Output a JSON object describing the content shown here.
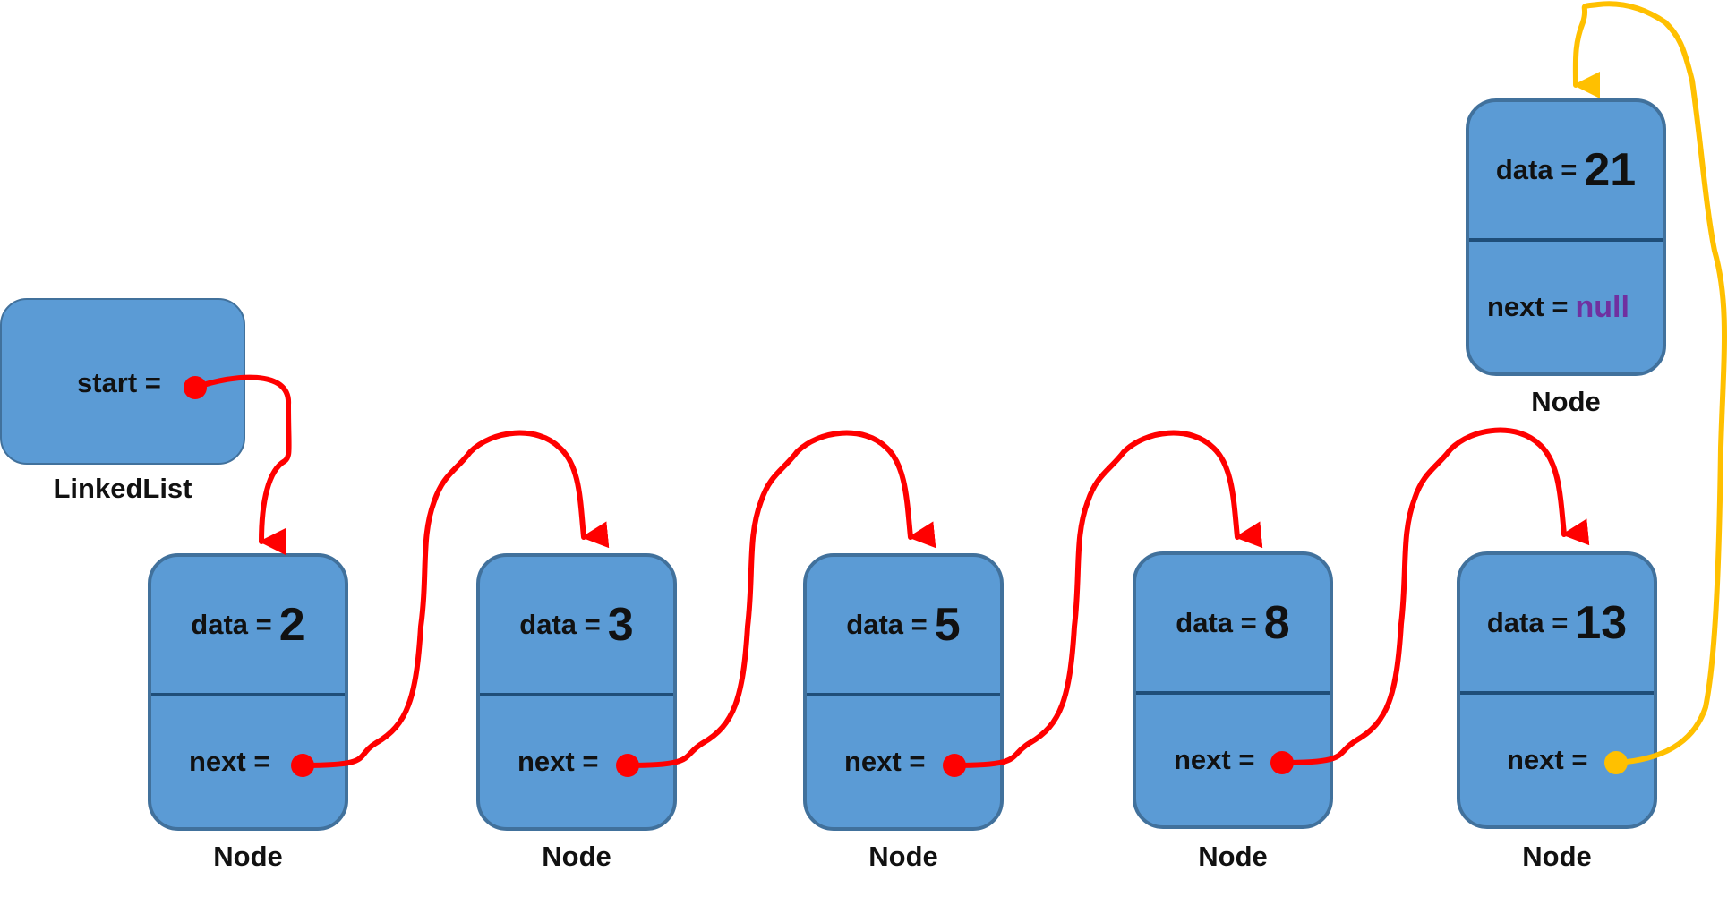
{
  "linked_list": {
    "start_label": "start =",
    "caption": "LinkedList"
  },
  "nodes": [
    {
      "data_label": "data =",
      "data_value": "2",
      "next_label": "next =",
      "caption": "Node"
    },
    {
      "data_label": "data =",
      "data_value": "3",
      "next_label": "next =",
      "caption": "Node"
    },
    {
      "data_label": "data =",
      "data_value": "5",
      "next_label": "next =",
      "caption": "Node"
    },
    {
      "data_label": "data =",
      "data_value": "8",
      "next_label": "next =",
      "caption": "Node"
    },
    {
      "data_label": "data =",
      "data_value": "13",
      "next_label": "next =",
      "caption": "Node"
    },
    {
      "data_label": "data =",
      "data_value": "21",
      "next_label": "next =",
      "next_value": "null",
      "caption": "Node"
    }
  ],
  "colors": {
    "node_fill": "#5b9bd5",
    "node_border": "#41719c",
    "pointer_red": "#ff0000",
    "pointer_last": "#ffc000",
    "null_text": "#7030a0"
  }
}
